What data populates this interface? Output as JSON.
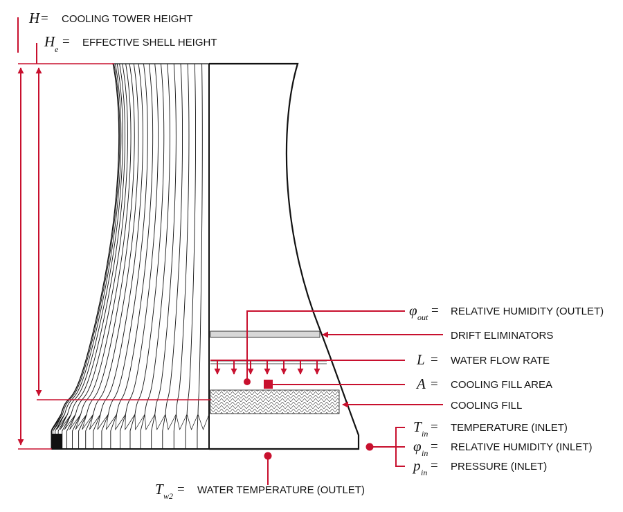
{
  "colors": {
    "accent": "#c8102e",
    "outline": "#111111",
    "background": "#ffffff"
  },
  "labels": {
    "cooling_tower_height": {
      "symbol": "H",
      "sub": "",
      "eq": "=",
      "text": "COOLING TOWER HEIGHT"
    },
    "effective_shell_height": {
      "symbol": "H",
      "sub": "e",
      "eq": "=",
      "text": "EFFECTIVE SHELL HEIGHT"
    },
    "relative_humidity_outlet": {
      "symbol": "φ",
      "sub": "out",
      "eq": "=",
      "text": "RELATIVE HUMIDITY (OUTLET)"
    },
    "drift_eliminators": {
      "symbol": "",
      "sub": "",
      "eq": "",
      "text": "DRIFT ELIMINATORS"
    },
    "water_flow_rate": {
      "symbol": "L",
      "sub": "",
      "eq": "=",
      "text": "WATER FLOW RATE"
    },
    "cooling_fill_area": {
      "symbol": "A",
      "sub": "",
      "eq": "=",
      "text": "COOLING FILL AREA"
    },
    "cooling_fill": {
      "symbol": "",
      "sub": "",
      "eq": "",
      "text": "COOLING FILL"
    },
    "temperature_inlet": {
      "symbol": "T",
      "sub": "in",
      "eq": "=",
      "text": "TEMPERATURE (INLET)"
    },
    "relative_humidity_inlet": {
      "symbol": "φ",
      "sub": "in",
      "eq": "=",
      "text": "RELATIVE HUMIDITY (INLET)"
    },
    "pressure_inlet": {
      "symbol": "p",
      "sub": "in",
      "eq": "=",
      "text": "PRESSURE (INLET)"
    },
    "water_temperature_outlet": {
      "symbol": "T",
      "sub": "w2",
      "eq": "=",
      "text": "WATER TEMPERATURE (OUTLET)"
    }
  }
}
